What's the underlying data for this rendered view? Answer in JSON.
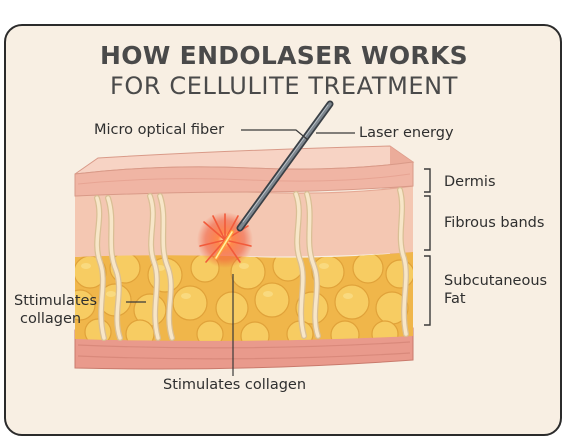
{
  "title": {
    "line1": "HOW ENDOLASER WORKS",
    "line2": "FOR CELLULITE TREATMENT"
  },
  "labels": {
    "fiber": "Micro optical fiber",
    "energy": "Laser energy",
    "dermis": "Dermis",
    "fibrous": "Fibrous bands",
    "fat_line1": "Subcutaneous",
    "fat_line2": "Fat",
    "left_line1": "Sttimulates",
    "left_line2": "collagen",
    "bottom": "Stimulates collagen"
  },
  "colors": {
    "background": "#f8efe3",
    "epidermis": "#f0b5a4",
    "dermis": "#f4c7b2",
    "fat": "#f0b64a",
    "fat_cell": "#f7cc62",
    "bottom_layer": "#e99a8c",
    "fibrous_band": "#f7e6c8",
    "laser_burst": "#f25a3a"
  }
}
